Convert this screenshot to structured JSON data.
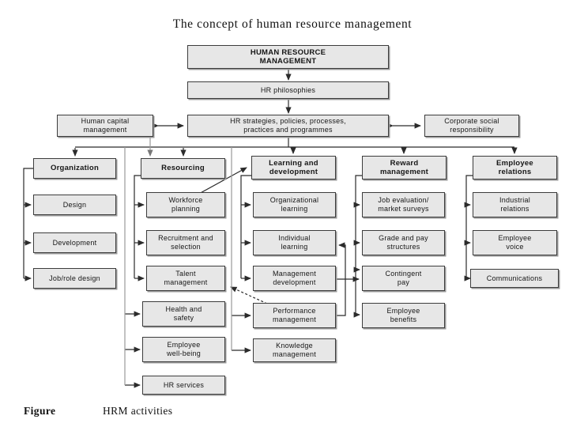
{
  "title": "The concept of human resource management",
  "caption": {
    "label": "Figure",
    "text": "HRM activities"
  },
  "top_flow": {
    "hrm": "HUMAN RESOURCE MANAGEMENT",
    "philosophies": "HR philosophies",
    "strategies": "HR strategies, policies, processes, practices and programmes",
    "human_capital": "Human capital management",
    "csr": "Corporate social responsibility"
  },
  "columns": [
    {
      "header": "Organization",
      "items": [
        "Design",
        "Development",
        "Job/role design"
      ]
    },
    {
      "header": "Resourcing",
      "items": [
        "Workforce planning",
        "Recruitment and selection",
        "Talent management",
        "Health and safety",
        "Employee well-being",
        "HR services"
      ]
    },
    {
      "header": "Learning and development",
      "items": [
        "Organizational learning",
        "Individual learning",
        "Management development",
        "Performance management",
        "Knowledge management"
      ]
    },
    {
      "header": "Reward management",
      "items": [
        "Job evaluation/ market surveys",
        "Grade and pay structures",
        "Contingent pay",
        "Employee benefits"
      ]
    },
    {
      "header": "Employee relations",
      "items": [
        "Industrial relations",
        "Employee voice",
        "Communications"
      ]
    }
  ],
  "colors": {
    "box_fill": "#e7e7e7",
    "box_border": "#3c3c3c",
    "connector": "#2b2b2b",
    "connector_light": "#9a9a9a"
  }
}
